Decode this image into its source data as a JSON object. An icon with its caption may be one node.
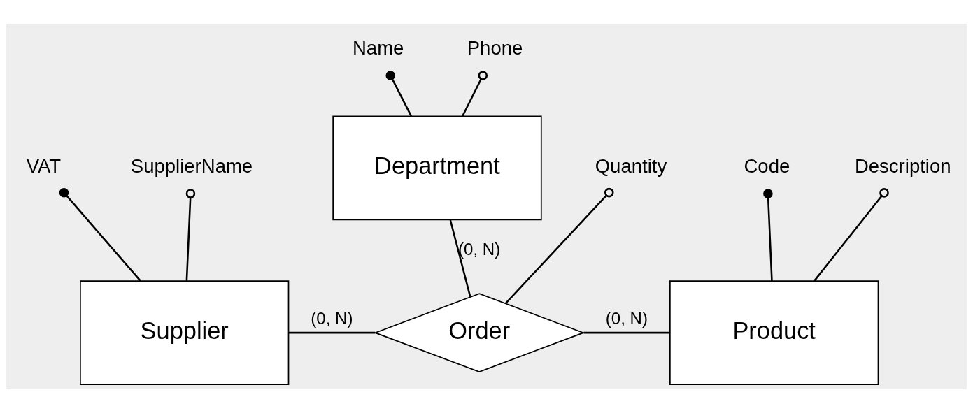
{
  "diagram": {
    "nodes": [
      {
        "text": [
          "Name"
        ]
      },
      {
        "text": [
          "Phone"
        ]
      },
      {
        "text": [
          "Department"
        ]
      },
      {
        "text": [
          "VAT"
        ]
      },
      {
        "text": [
          "SupplierName"
        ]
      },
      {
        "text": [
          "Supplier"
        ]
      },
      {
        "text": [
          "Quantity"
        ]
      },
      {
        "text": [
          "Order"
        ]
      },
      {
        "text": [
          "Code"
        ]
      },
      {
        "text": [
          "Description"
        ]
      },
      {
        "text": [
          "Product"
        ]
      }
    ],
    "edges": [
      {
        "from": 0,
        "to": 2,
        "arrow": "other"
      },
      {
        "from": 1,
        "to": 2,
        "arrow": "other"
      },
      {
        "from": 2,
        "to": 7,
        "arrow": "none",
        "label": "(0, N)"
      },
      {
        "from": 3,
        "to": 5,
        "arrow": "other"
      },
      {
        "from": 4,
        "to": 5,
        "arrow": "other"
      },
      {
        "from": 6,
        "to": 7,
        "arrow": "other"
      },
      {
        "from": 5,
        "to": 7,
        "arrow": "none",
        "label": "(0, N)"
      },
      {
        "from": 7,
        "to": 10,
        "arrow": "none",
        "label": "(0, N)"
      },
      {
        "from": 8,
        "to": 10,
        "arrow": "other"
      },
      {
        "from": 9,
        "to": 10,
        "arrow": "other"
      }
    ]
  }
}
